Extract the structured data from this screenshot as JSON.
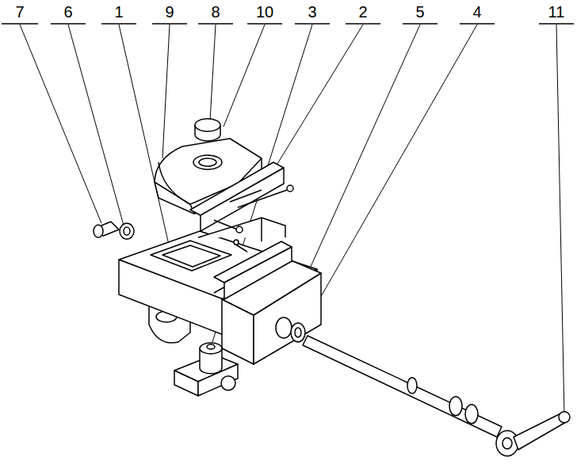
{
  "diagram": {
    "labels": [
      "7",
      "6",
      "1",
      "9",
      "8",
      "10",
      "3",
      "2",
      "5",
      "4",
      "11"
    ]
  }
}
